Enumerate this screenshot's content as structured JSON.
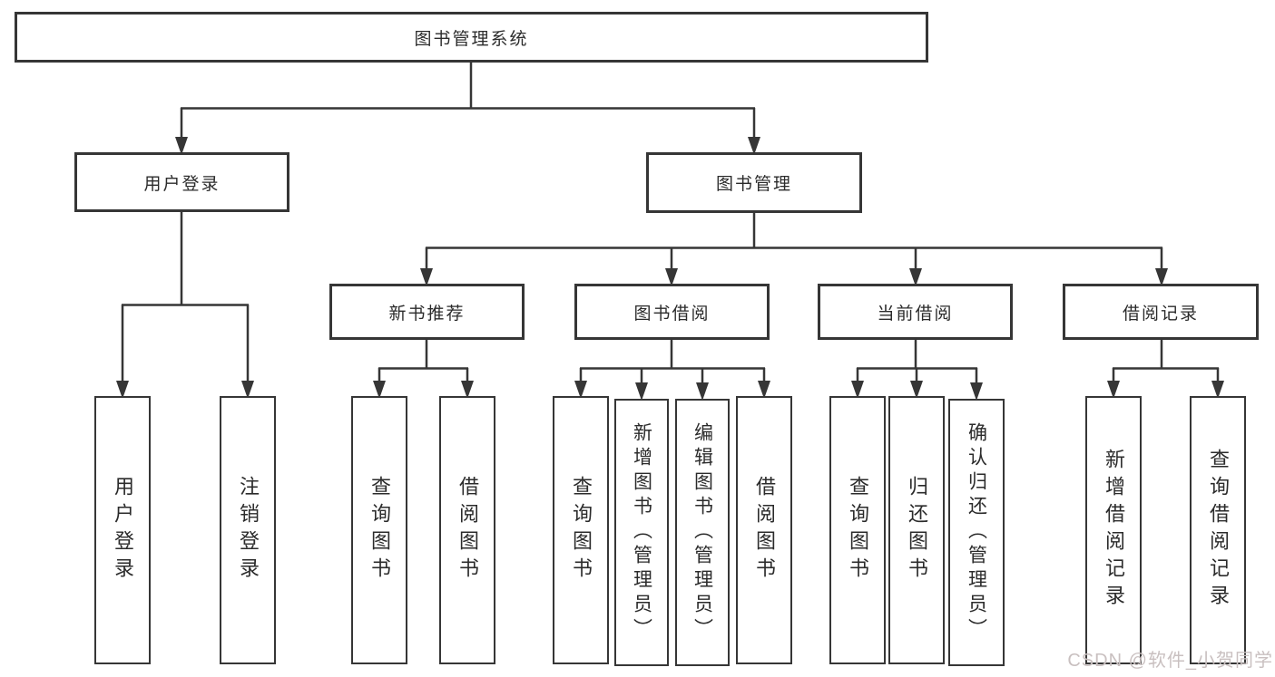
{
  "tree": {
    "root": "图书管理系统",
    "l2": [
      "用户登录",
      "图书管理"
    ],
    "l3": [
      "新书推荐",
      "图书借阅",
      "当前借阅",
      "借阅记录"
    ],
    "leaves_login": [
      "用户登录",
      "注销登录"
    ],
    "leaves_newbook": [
      "查询图书",
      "借阅图书"
    ],
    "leaves_borrow": [
      "查询图书",
      "新增图书（管理员）",
      "编辑图书（管理员）",
      "借阅图书"
    ],
    "leaves_current": [
      "查询图书",
      "归还图书",
      "确认归还（管理员）"
    ],
    "leaves_record": [
      "新增借阅记录",
      "查询借阅记录"
    ]
  },
  "watermark": "CSDN @软件_小贺同学",
  "colors": {
    "line": "#363636",
    "text": "#2b2b2b",
    "watermark": "#c9c0c0",
    "background": "#ffffff"
  }
}
